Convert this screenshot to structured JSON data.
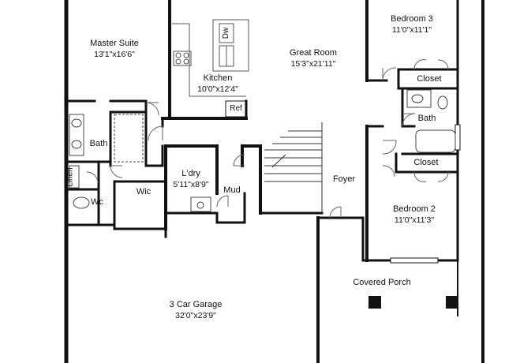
{
  "rooms": {
    "master_suite": {
      "name": "Master Suite",
      "dims": "13'1\"x16'6\""
    },
    "kitchen": {
      "name": "Kitchen",
      "dims": "10'0\"x12'4\""
    },
    "great_room": {
      "name": "Great Room",
      "dims": "15'3\"x21'11\""
    },
    "bedroom3": {
      "name": "Bedroom 3",
      "dims": "11'0\"x11'1\""
    },
    "bedroom2": {
      "name": "Bedroom 2",
      "dims": "11'0\"x11'3\""
    },
    "laundry": {
      "name": "L'dry",
      "dims": "5'11\"x8'9\""
    },
    "garage": {
      "name": "3 Car Garage",
      "dims": "32'0\"x23'9\""
    },
    "covered_porch": {
      "name": "Covered Porch"
    },
    "foyer": {
      "name": "Foyer"
    },
    "mud": {
      "name": "Mud"
    },
    "wic": {
      "name": "Wic"
    },
    "wc": {
      "name": "Wc"
    },
    "linen": {
      "name": "Linen"
    },
    "master_bath": {
      "name": "Bath"
    },
    "hall_bath": {
      "name": "Bath"
    },
    "closet_upper": {
      "name": "Closet"
    },
    "closet_lower": {
      "name": "Closet"
    }
  },
  "fixtures": {
    "dishwasher": "Dw",
    "refrigerator": "Ref"
  }
}
